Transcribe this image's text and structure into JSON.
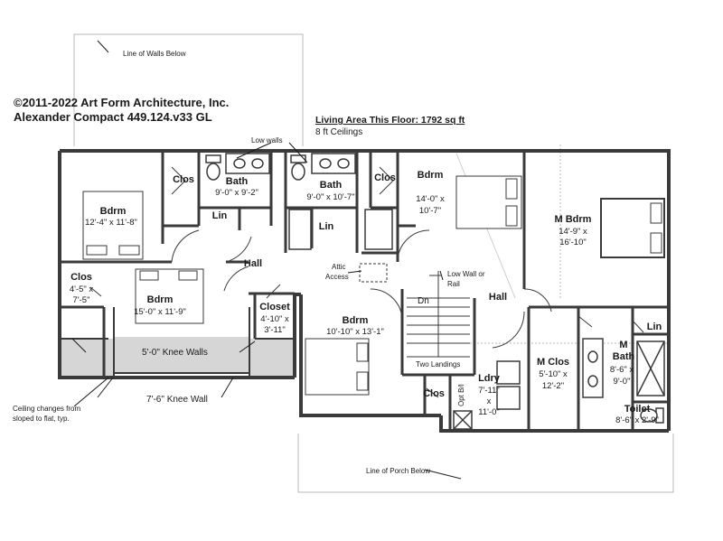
{
  "header": {
    "copyright": "©2011-2022 Art Form Architecture, Inc.",
    "plan_name": "Alexander Compact 449.124.v33 GL",
    "living_area": "Living Area This Floor: 1792 sq ft",
    "ceilings": "8 ft Ceilings"
  },
  "notes": {
    "walls_below": "Line of Walls Below",
    "low_walls": "Low walls",
    "attic_access_1": "Attic",
    "attic_access_2": "Access",
    "low_wall_rail_1": "Low Wall or",
    "low_wall_rail_2": "Rail",
    "knee_walls_5": "5'-0\" Knee Walls",
    "knee_wall_7": "7'-6\" Knee Wall",
    "ceiling_change_1": "Ceiling changes from",
    "ceiling_change_2": "sloped to flat, typ.",
    "porch_below": "Line of Porch Below",
    "two_landings": "Two Landings",
    "dn": "Dn",
    "opt_bi": "Opt B/I"
  },
  "rooms": {
    "bdrm1": {
      "name": "Bdrm",
      "dims": "12'-4\" x 11'-8\""
    },
    "bdrm2": {
      "name": "Bdrm",
      "dims": "15'-0\" x 11'-9\""
    },
    "bdrm3": {
      "name": "Bdrm",
      "dims_1": "14'-0\" x",
      "dims_2": "10'-7\""
    },
    "bdrm4": {
      "name": "Bdrm",
      "dims": "10'-10\" x 13'-1\""
    },
    "mbdrm": {
      "name": "M Bdrm",
      "dims_1": "14'-9\" x",
      "dims_2": "16'-10\""
    },
    "bath1": {
      "name": "Bath",
      "dims": "9'-0\" x 9'-2\""
    },
    "bath2": {
      "name": "Bath",
      "dims": "9'-0\" x 10'-7\""
    },
    "mbath": {
      "name_1": "M",
      "name_2": "Bath",
      "dims_1": "8'-6\" x",
      "dims_2": "9'-0\""
    },
    "toilet": {
      "name": "Toilet",
      "dims": "8'-6\" x 2'-9\""
    },
    "clos_left": {
      "name": "Clos",
      "dims_1": "4'-5\" x",
      "dims_2": "7'-5\""
    },
    "clos_a": {
      "name": "Clos"
    },
    "clos_b": {
      "name": "Clos"
    },
    "clos_c": {
      "name": "Clos"
    },
    "closet": {
      "name": "Closet",
      "dims_1": "4'-10\" x",
      "dims_2": "3'-11\""
    },
    "mclos": {
      "name": "M Clos",
      "dims_1": "5'-10\" x",
      "dims_2": "12'-2\""
    },
    "ldry": {
      "name": "Ldry",
      "dims_1": "7'-11\"",
      "dims_2": "x",
      "dims_3": "11'-0\""
    },
    "lin_a": {
      "name": "Lin"
    },
    "lin_b": {
      "name": "Lin"
    },
    "lin_c": {
      "name": "Lin"
    },
    "hall_a": {
      "name": "Hall"
    },
    "hall_b": {
      "name": "Hall"
    }
  },
  "colors": {
    "wall": "#3a3a3a",
    "wall_fill": "#7a7a7a",
    "knee_zone": "#d4d4d4",
    "thin_line": "#9a9a9a",
    "ink": "#1a1a1a"
  }
}
